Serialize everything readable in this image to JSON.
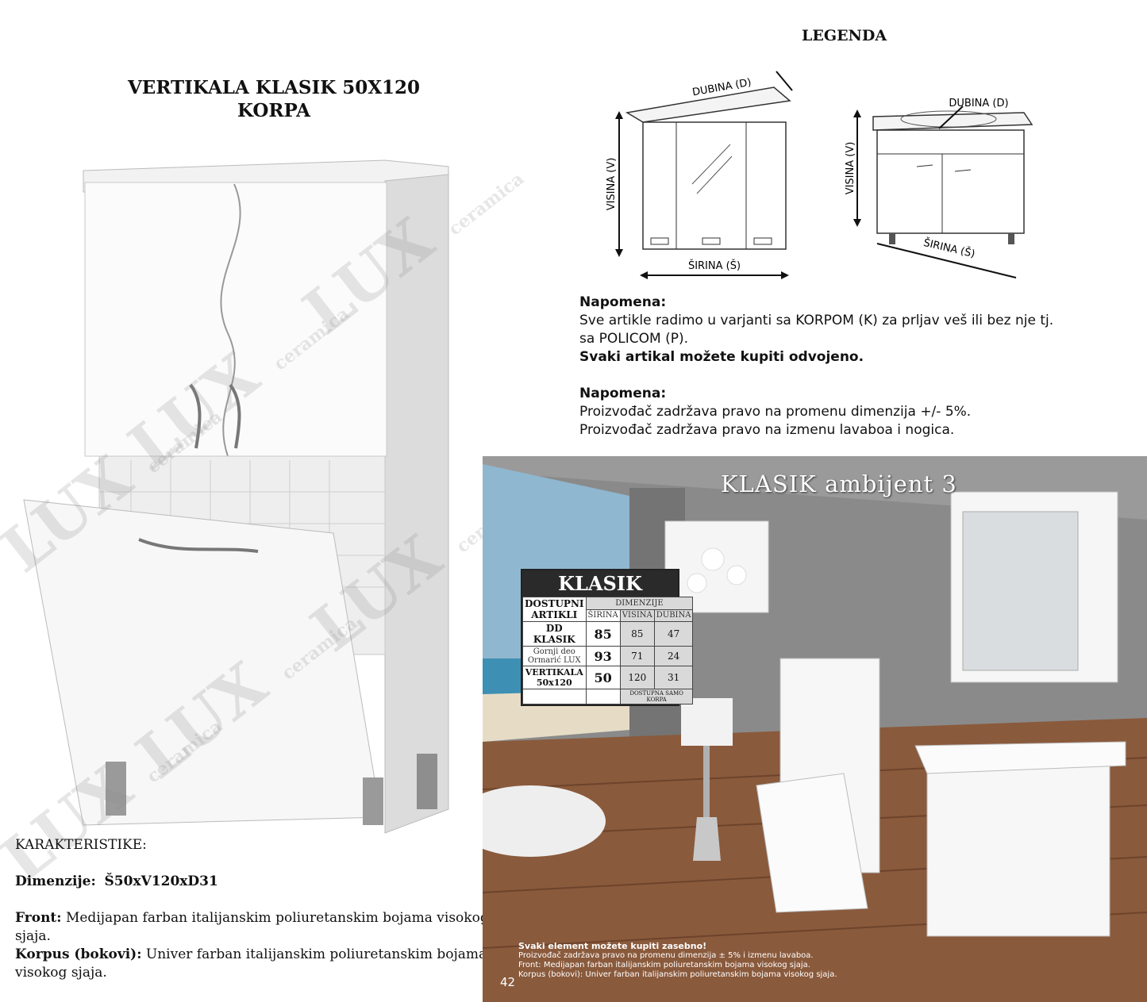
{
  "product": {
    "title_line1": "VERTIKALA KLASIK 50X120",
    "title_line2": "KORPA"
  },
  "legend": {
    "title": "LEGENDA",
    "cabinet1": {
      "depth": "DUBINA (D)",
      "height": "VISINA (V)",
      "width": "ŠIRINA (Š)"
    },
    "cabinet2": {
      "depth": "DUBINA (D)",
      "height": "VISINA (V)",
      "width": "ŠIRINA (Š)"
    }
  },
  "notes": {
    "n1_label": "Napomena:",
    "n1_line1": "Sve artikle radimo u varjanti sa KORPOM (K) za prljav veš ili bez nje tj.",
    "n1_line2": "sa POLICOM (P).",
    "n1_line3": "Svaki artikal možete kupiti odvojeno.",
    "n2_label": "Napomena:",
    "n2_line1": "Proizvođač zadržava pravo na promenu dimenzija +/- 5%.",
    "n2_line2": "Proizvođač zadržava pravo na izmenu lavaboa i nogica."
  },
  "specs": {
    "heading": "KARAKTERISTIKE:",
    "dim_label": "Dimenzije:",
    "dim_value": "Š50xV120xD31",
    "front_label": "Front:",
    "front_text": "Medijapan farban italijanskim poliuretanskim bojama visokog sjaja.",
    "korpus_label": "Korpus (bokovi):",
    "korpus_text": "Univer farban italijanskim poliuretanskim bojama visokog sjaja."
  },
  "watermark": {
    "brand": "LUX",
    "sub": "ceramica"
  },
  "ambient": {
    "title": "KLASIK  ambijent 3",
    "table": {
      "header": "KLASIK",
      "col_available": "DOSTUPNI ARTIKLI",
      "col_dimensions": "DIMENZIJE",
      "col_width": "ŠIRINA",
      "col_height": "VISINA",
      "col_depth": "DUBINA",
      "rows": [
        {
          "name": "DD KLASIK",
          "width": "85",
          "height": "85",
          "depth": "47"
        },
        {
          "name": "Gornji deo Ormarić LUX",
          "width": "93",
          "height": "71",
          "depth": "24"
        },
        {
          "name": "VERTIKALA 50x120",
          "width": "50",
          "height": "120",
          "depth": "31"
        }
      ],
      "footnote": "DOSTUPNA SAMO KORPA"
    },
    "footer": {
      "line1": "Svaki element možete kupiti zasebno!",
      "line2": "Proizvođač zadržava pravo na promenu dimenzija ± 5% i izmenu lavaboa.",
      "line3": "Front: Medijapan farban italijanskim poliuretanskim bojama visokog sjaja.",
      "line4": "Korpus (bokovi): Univer farban italijanskim poliuretanskim bojama visokog sjaja."
    },
    "page_number": "42"
  }
}
